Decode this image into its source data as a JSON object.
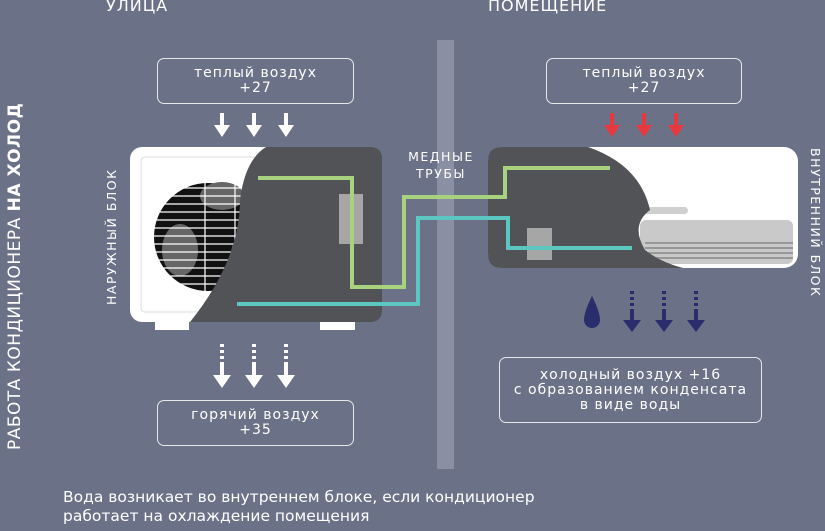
{
  "headers": {
    "outdoor": "УЛИЦА",
    "indoor": "ПОМЕЩЕНИЕ"
  },
  "side_title": {
    "regular": "РАБОТА КОНДИЦИОНЕРА ",
    "bold": "НА ХОЛОД"
  },
  "labels": {
    "outdoor_unit": "НАРУЖНЫЙ БЛОК",
    "indoor_unit": "ВНУТРЕННИЙ БЛОК",
    "pipes_line1": "МЕДНЫЕ",
    "pipes_line2": "ТРУБЫ"
  },
  "boxes": {
    "outdoor_in": {
      "line1": "теплый воздух",
      "line2": "+27"
    },
    "indoor_in": {
      "line1": "теплый воздух",
      "line2": "+27"
    },
    "outdoor_out": {
      "line1": "горячий воздух",
      "line2": "+35"
    },
    "indoor_out": {
      "line1": "холодный воздух +16",
      "line2": "с образованием конденсата",
      "line3": "в виде воды"
    }
  },
  "note": {
    "line1": "Вода возникает во внутреннем блоке, если кондиционер",
    "line2": "работает на охлаждение помещения"
  },
  "colors": {
    "background": "#6b7287",
    "unit_dark": "#515356",
    "warm_arrow": "#e8383d",
    "cold_arrow": "#2a2d6b",
    "pipe_hot": "#a9d27e",
    "pipe_cold": "#5bc7c0"
  },
  "icons": [
    "arrow-down-icon",
    "dashed-arrow-down-icon",
    "water-drop-icon",
    "fan-icon"
  ]
}
